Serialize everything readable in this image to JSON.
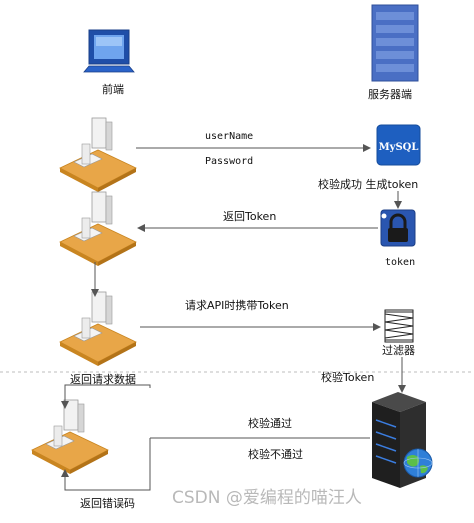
{
  "columns": {
    "client": "前端",
    "server": "服务器端"
  },
  "steps": {
    "username": "userName",
    "password": "Password",
    "verify_generate": "校验成功 生成token",
    "return_token": "返回Token",
    "token": "token",
    "request_with_token": "请求API时携带Token",
    "filter": "过滤器",
    "return_data": "返回请求数据",
    "verify_token": "校验Token",
    "pass": "校验通过",
    "fail": "校验不通过",
    "return_error": "返回错误码"
  },
  "icons": {
    "mysql_label": "MySQL"
  },
  "watermark": "CSDN @爱编程的喵汪人",
  "colors": {
    "monitor_blue": "#2a63c9",
    "server_blue": "#4a6fc4",
    "desk_orange": "#e8a648",
    "arrow": "#555555"
  }
}
